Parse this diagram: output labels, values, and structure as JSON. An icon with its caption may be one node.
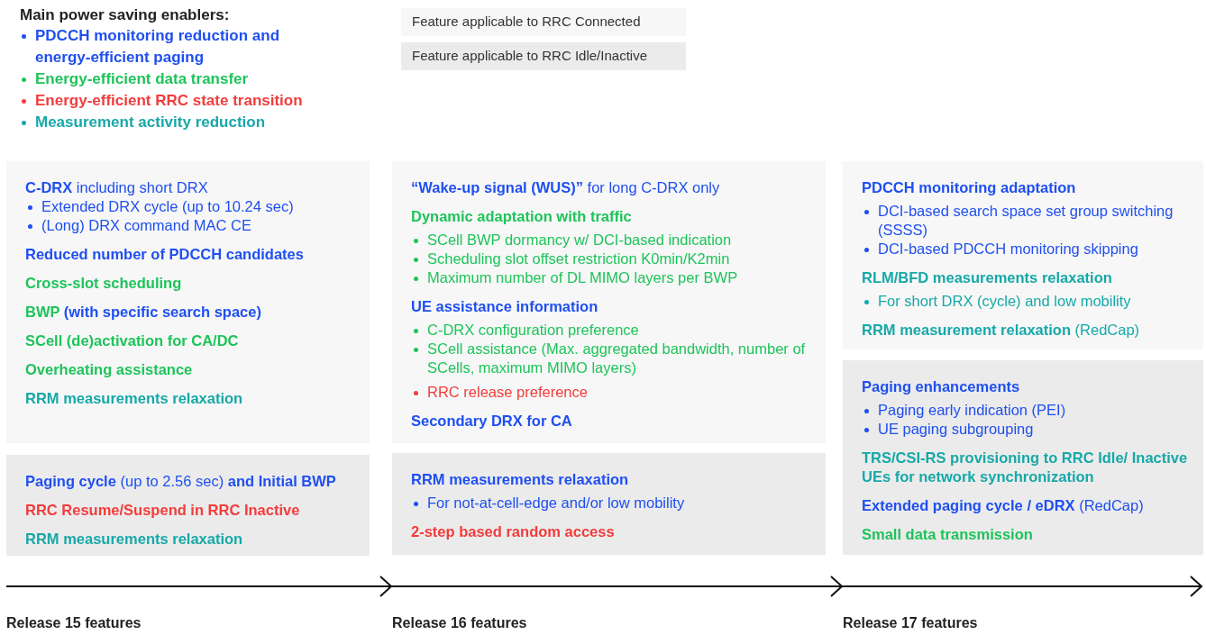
{
  "diagram": {
    "title": "Main power saving enablers:",
    "nodes": [
      {
        "text": [
          "**C-DRX** including short DRX",
          "Extended DRX cycle (up to 10.24 sec)",
          "(Long) DRX command MAC CE",
          "Reduced number of PDCCH candidates",
          "Cross-slot scheduling",
          "BWP (with specific search space)",
          "SCell (de)activation for CA/DC",
          "Overheating assistance",
          "RRM measurements relaxation"
        ]
      },
      {
        "text": [
          "**Paging cycle** (up to 2.56 sec) **and Initial BWP**",
          "RRC Resume/Suspend in RRC Inactive",
          "RRM measurements relaxation"
        ]
      },
      {
        "text": [
          "**“Wake-up signal (WUS)”** for long C-DRX only",
          "Dynamic adaptation with traffic",
          "SCell BWP dormancy w/ DCI-based indication",
          "Scheduling slot offset restriction K0min/K2min",
          "Maximum number of DL MIMO layers per BWP",
          "UE assistance information",
          "C-DRX configuration preference",
          "SCell assistance (Max. aggregated bandwidth, number of SCells, maximum MIMO layers)",
          "RRC release preference",
          "Secondary DRX for CA"
        ]
      },
      {
        "text": [
          "RRM measurements relaxation",
          "For not-at-cell-edge and/or low mobility",
          "2-step based random access"
        ]
      },
      {
        "text": [
          "PDCCH monitoring adaptation",
          "DCI-based search space set group switching (SSSS)",
          "DCI-based PDCCH monitoring skipping",
          "RLM/BFD measurements relaxation",
          "For short DRX (cycle) and low mobility",
          "**RRM measurement relaxation** (RedCap)"
        ]
      },
      {
        "text": [
          "Paging enhancements",
          "Paging early indication (PEI)",
          "UE paging subgrouping",
          "TRS/CSI-RS provisioning to RRC Idle/ Inactive UEs for network synchronization",
          "**Extended paging cycle / eDRX** (RedCap)",
          "Small data transmission"
        ]
      }
    ],
    "labels": [
      "Release 15 features",
      "Release 16 features",
      "Release 17 features"
    ],
    "legend": [
      {
        "text": "PDCCH monitoring reduction and energy-efficient paging",
        "color": "#1f4ff0"
      },
      {
        "text": "Energy-efficient data transfer",
        "color": "#1ec45a"
      },
      {
        "text": "Energy-efficient RRC state transition",
        "color": "#f23c3c"
      },
      {
        "text": "Measurement activity reduction",
        "color": "#17a8a8"
      },
      {
        "text": "Feature applicable to RRC Connected",
        "color": "#f7f7f7"
      },
      {
        "text": "Feature applicable to RRC Idle/Inactive",
        "color": "#ebebeb"
      }
    ]
  }
}
